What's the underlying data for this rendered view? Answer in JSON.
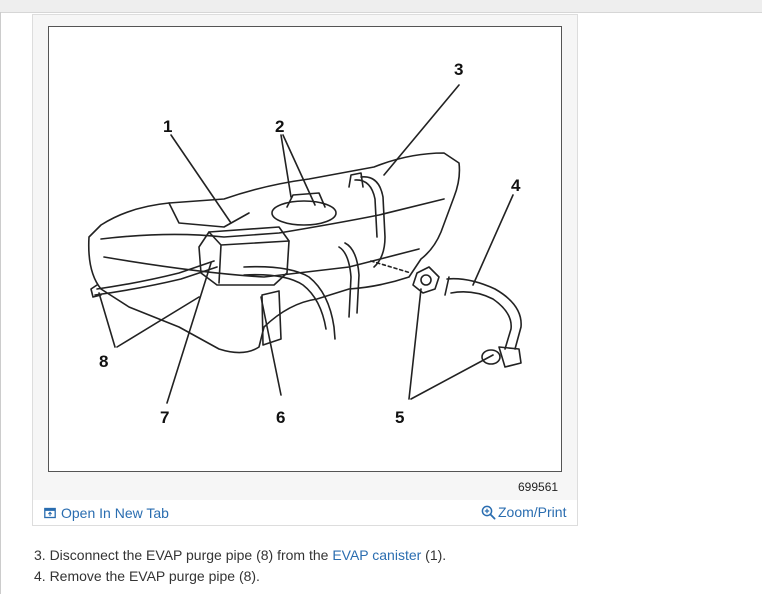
{
  "figure": {
    "callouts": [
      "1",
      "2",
      "3",
      "4",
      "5",
      "6",
      "7",
      "8"
    ],
    "figure_number": "699561"
  },
  "toolbar": {
    "open_new_tab_label": "Open In New Tab",
    "zoom_print_label": "Zoom/Print",
    "open_icon": "open-in-new-tab-icon",
    "zoom_icon": "magnifier-icon"
  },
  "steps": [
    {
      "prefix": "3. Disconnect the EVAP purge pipe (8) from the ",
      "link": "EVAP canister",
      "suffix": " (1)."
    },
    {
      "text": "4. Remove the EVAP purge pipe (8)."
    }
  ],
  "colors": {
    "link": "#2a6db0",
    "text": "#333333",
    "frame": "#555555"
  }
}
